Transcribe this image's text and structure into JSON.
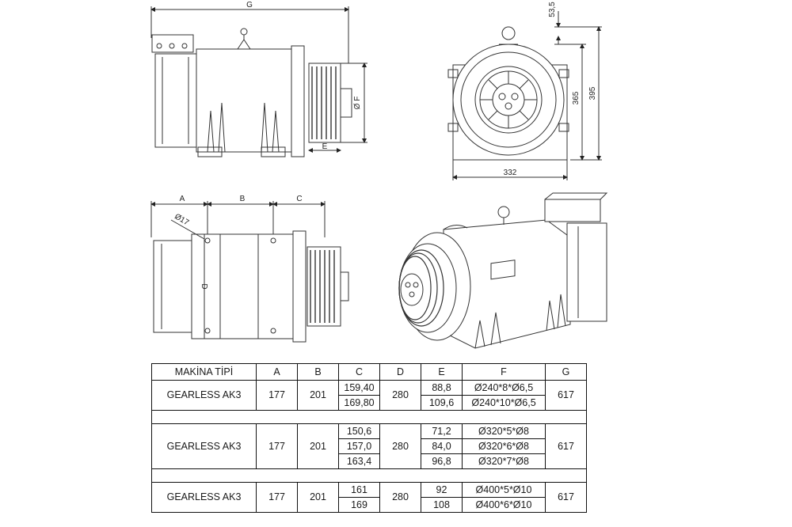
{
  "dimensions": {
    "g": "G",
    "f": "Ø F",
    "e": "E",
    "h1": "53,5",
    "h2": "365",
    "h3": "395",
    "w1": "332",
    "a": "A",
    "b": "B",
    "c": "C",
    "d": "D",
    "hole": "Ø17"
  },
  "table": {
    "headers": [
      "MAKİNA TİPİ",
      "A",
      "B",
      "C",
      "D",
      "E",
      "F",
      "G"
    ],
    "groups": [
      {
        "model": "GEARLESS AK3",
        "a": "177",
        "b": "201",
        "d": "280",
        "g": "617",
        "rows": [
          {
            "c": "159,40",
            "e": "88,8",
            "f": "Ø240*8*Ø6,5"
          },
          {
            "c": "169,80",
            "e": "109,6",
            "f": "Ø240*10*Ø6,5"
          }
        ]
      },
      {
        "model": "GEARLESS AK3",
        "a": "177",
        "b": "201",
        "d": "280",
        "g": "617",
        "rows": [
          {
            "c": "150,6",
            "e": "71,2",
            "f": "Ø320*5*Ø8"
          },
          {
            "c": "157,0",
            "e": "84,0",
            "f": "Ø320*6*Ø8"
          },
          {
            "c": "163,4",
            "e": "96,8",
            "f": "Ø320*7*Ø8"
          }
        ]
      },
      {
        "model": "GEARLESS AK3",
        "a": "177",
        "b": "201",
        "d": "280",
        "g": "617",
        "rows": [
          {
            "c": "161",
            "e": "92",
            "f": "Ø400*5*Ø10"
          },
          {
            "c": "169",
            "e": "108",
            "f": "Ø400*6*Ø10"
          }
        ]
      }
    ]
  }
}
